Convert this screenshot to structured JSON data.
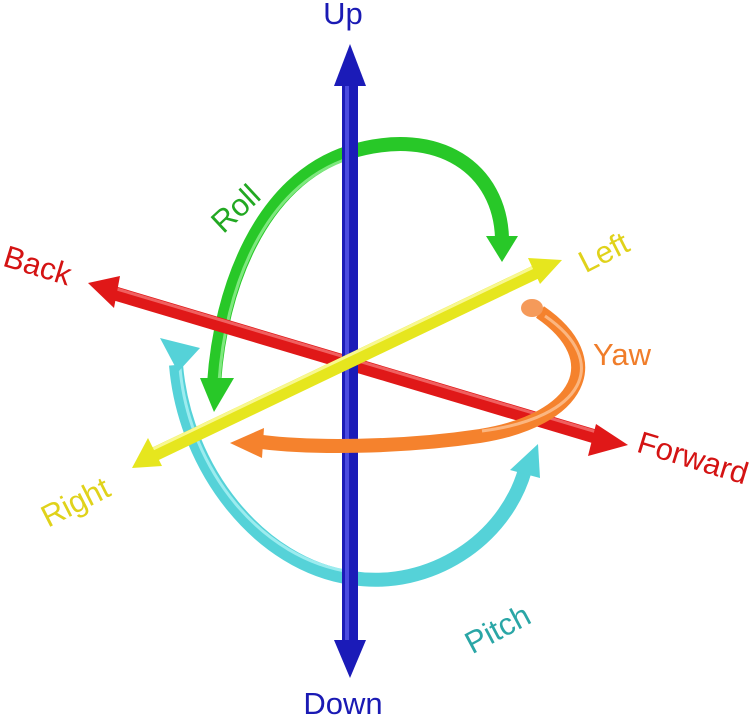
{
  "axes": {
    "up": "Up",
    "down": "Down",
    "back": "Back",
    "forward": "Forward",
    "left": "Left",
    "right": "Right"
  },
  "rotations": {
    "roll": "Roll",
    "yaw": "Yaw",
    "pitch": "Pitch"
  },
  "colors": {
    "vertical_axis": "#1b1bb8",
    "longitudinal_axis": "#e01818",
    "lateral_axis": "#e6e61e",
    "roll": "#28c828",
    "yaw": "#f5822d",
    "pitch": "#55d2d8",
    "label_up_down": "#1a1ab4",
    "label_back_forward": "#d41313",
    "label_left_right": "#e0d21a",
    "label_roll": "#22a822",
    "label_yaw": "#f07d2a",
    "label_pitch": "#2aa6a6"
  }
}
